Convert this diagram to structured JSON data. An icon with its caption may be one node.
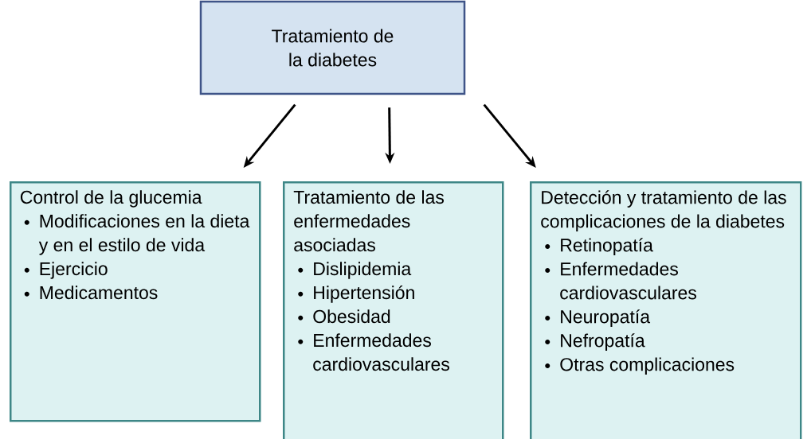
{
  "diagram": {
    "nodes": [
      {
        "text": [
          "Tratamiento de la diabetes"
        ]
      },
      {
        "text": [
          "Control de la glucemia",
          "Modificaciones en la dieta y en el estilo de vida",
          "Ejercicio",
          "Medicamentos"
        ]
      },
      {
        "text": [
          "Tratamiento de las enfermedades asociadas",
          "Dislipidemia",
          "Hipertensión",
          "Obesidad",
          "Enfermedades cardiovasculares"
        ]
      },
      {
        "text": [
          "Detección y tratamiento de las complicaciones de la diabetes",
          "Retinopatía",
          "Enfermedades cardiovasculares",
          "Neuropatía",
          "Nefropatía",
          "Otras complicaciones"
        ]
      }
    ],
    "edges": [
      {
        "from": 0,
        "to": 1,
        "arrow": "to"
      },
      {
        "from": 0,
        "to": 2,
        "arrow": "to"
      },
      {
        "from": 0,
        "to": 3,
        "arrow": "to"
      }
    ]
  }
}
